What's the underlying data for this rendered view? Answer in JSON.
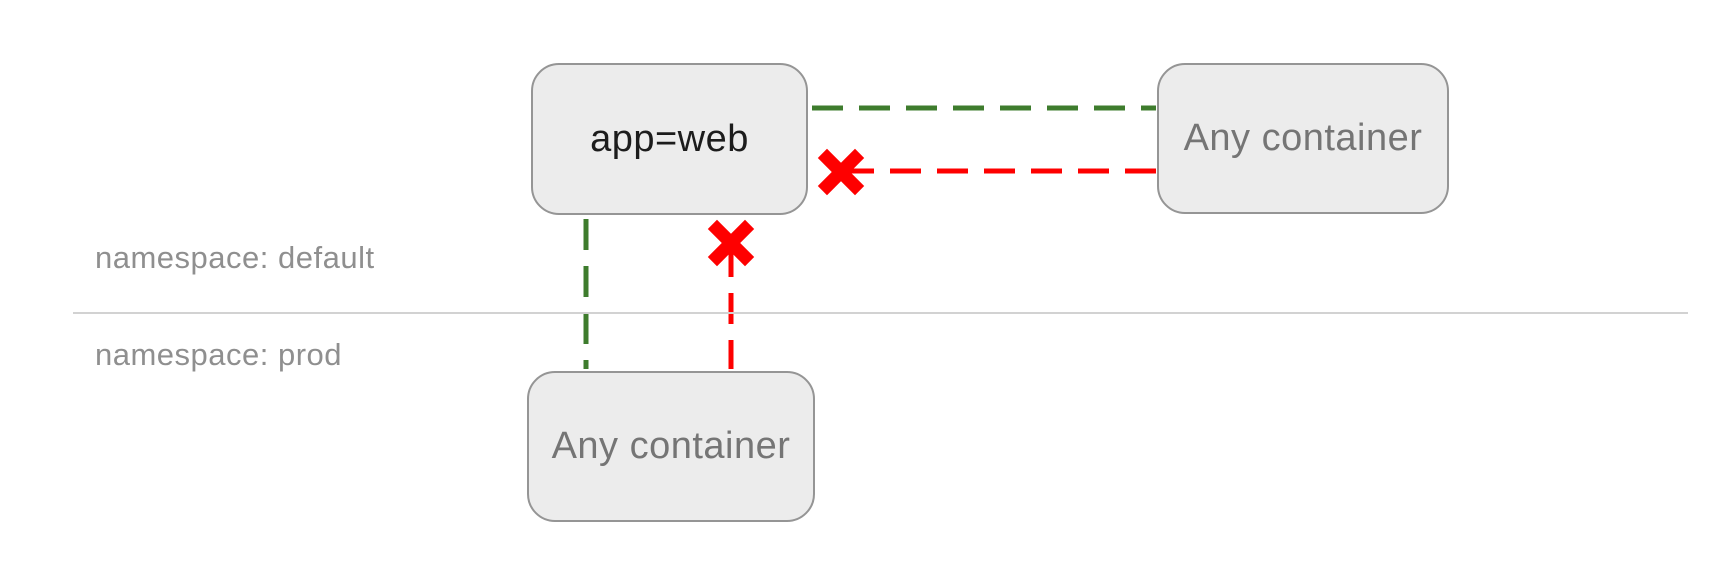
{
  "diagram": {
    "type": "network-policy-diagram",
    "namespace_labels": [
      {
        "text": "namespace: default"
      },
      {
        "text": "namespace: prod"
      }
    ],
    "nodes": [
      {
        "id": "app-web",
        "label": "app=web",
        "namespace": "default"
      },
      {
        "id": "any-container-default",
        "label": "Any container",
        "namespace": "default"
      },
      {
        "id": "any-container-prod",
        "label": "Any container",
        "namespace": "prod"
      }
    ],
    "edges": [
      {
        "from": "app-web",
        "to": "any-container-default",
        "status": "allowed",
        "style": "green-dashed"
      },
      {
        "from": "any-container-default",
        "to": "app-web",
        "status": "blocked",
        "style": "red-dashed-with-x"
      },
      {
        "from": "app-web",
        "to": "any-container-prod",
        "status": "allowed",
        "style": "green-dashed"
      },
      {
        "from": "any-container-prod",
        "to": "app-web",
        "status": "blocked",
        "style": "red-dashed-with-x"
      }
    ],
    "icons": [
      {
        "name": "blocked-x-icon",
        "meaning": "traffic blocked"
      }
    ],
    "colors": {
      "allowed": "#3e7c2d",
      "blocked": "#fe0000",
      "node_fill": "#ececec",
      "node_border": "#959595",
      "node_text": "#757575",
      "node_text_emphasis": "#1c1c1c",
      "namespace_label_text": "#8f8f8f",
      "divider": "#d2d2d2",
      "background": "#ffffff"
    }
  }
}
